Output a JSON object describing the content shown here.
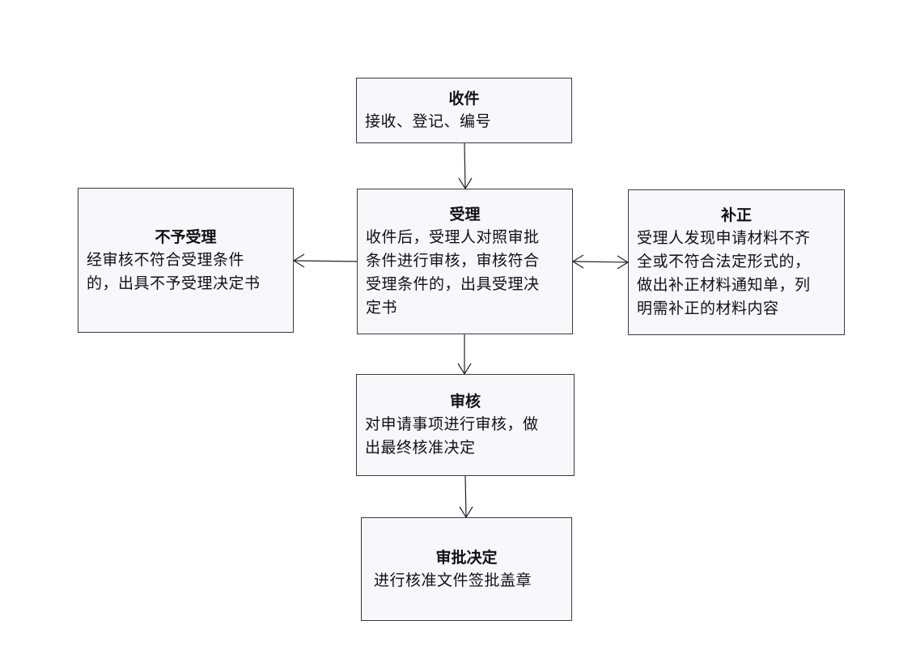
{
  "diagram": {
    "nodes": {
      "receive": {
        "title": "收件",
        "body": "接收、登记、编号"
      },
      "accept": {
        "title": "受理",
        "body": "收件后，受理人对照审批\n条件进行审核，审核符合\n受理条件的，出具受理决\n定书"
      },
      "reject": {
        "title": "不予受理",
        "body": "经审核不符合受理条件\n的，出具不予受理决定书"
      },
      "correct": {
        "title": "补正",
        "body": "受理人发现申请材料不齐\n全或不符合法定形式的，\n做出补正材料通知单，列\n明需补正的材料内容"
      },
      "review": {
        "title": "审核",
        "body": "对申请事项进行审核，做\n出最终核准决定"
      },
      "decision": {
        "title": "审批决定",
        "body": "进行核准文件签批盖章"
      }
    },
    "edges": [
      {
        "from": "receive",
        "to": "accept",
        "direction": "forward"
      },
      {
        "from": "accept",
        "to": "reject",
        "direction": "forward"
      },
      {
        "from": "accept",
        "to": "correct",
        "direction": "both"
      },
      {
        "from": "accept",
        "to": "review",
        "direction": "forward"
      },
      {
        "from": "review",
        "to": "decision",
        "direction": "forward"
      }
    ],
    "colors": {
      "node_fill": "#f7f8fc",
      "node_border": "#3a3a3a",
      "edge": "#222222",
      "text": "#111111"
    }
  }
}
